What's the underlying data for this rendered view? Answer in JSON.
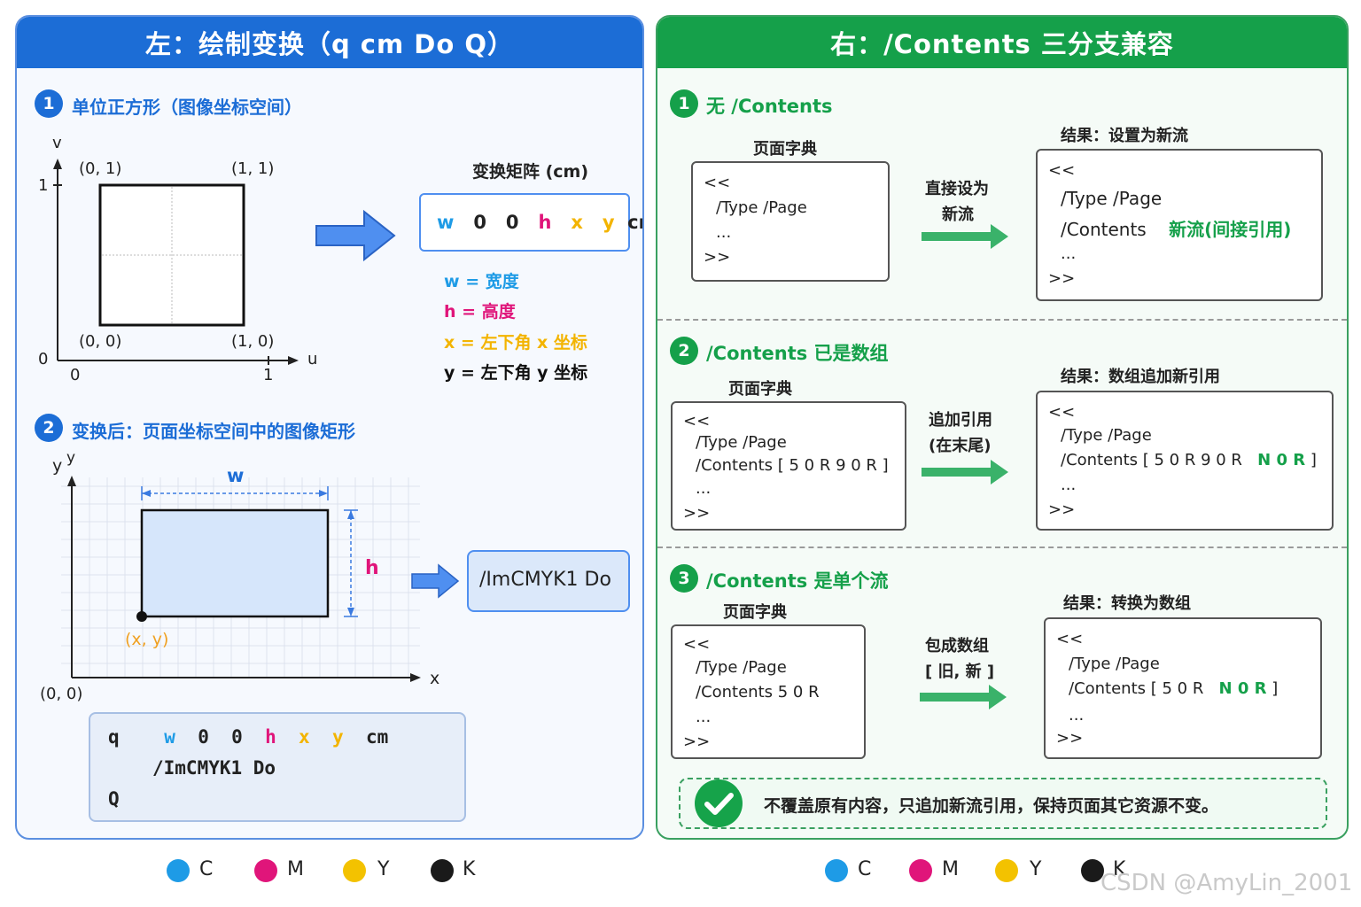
{
  "left": {
    "title": "左：绘制变换（q cm Do Q）",
    "sec1": {
      "num": "1",
      "title": "单位正方形（图像坐标空间）"
    },
    "unit_square": {
      "axis_v": "v",
      "axis_u": "u",
      "tick_v1": "1",
      "tick_v0": "0",
      "tick_u0": "0",
      "tick_u1": "1",
      "c01": "(0, 1)",
      "c11": "(1, 1)",
      "c00": "(0, 0)",
      "c10": "(1, 0)"
    },
    "matrix": {
      "title": "变换矩阵 (cm)",
      "w": "w",
      "z1": "0",
      "z2": "0",
      "h": "h",
      "x": "x",
      "y": "y",
      "op": "cm"
    },
    "defs": [
      {
        "key": "w",
        "eq": "=",
        "desc": "宽度"
      },
      {
        "key": "h",
        "eq": "=",
        "desc": "高度"
      },
      {
        "key": "x",
        "eq": "=",
        "desc": "左下角 x 坐标"
      },
      {
        "key": "y",
        "eq": "=",
        "desc": "左下角 y 坐标"
      }
    ],
    "sec2": {
      "num": "2",
      "title": "变换后：页面坐标空间中的图像矩形"
    },
    "page_space": {
      "axis_y": "y",
      "axis_y2": "y",
      "axis_x": "x",
      "origin": "(0, 0)",
      "w_label": "w",
      "h_label": "h",
      "xy_label": "(x, y)"
    },
    "do_box": "/ImCMYK1 Do",
    "code": {
      "q": "q",
      "w": "w",
      "z1": "0",
      "z2": "0",
      "h": "h",
      "x": "x",
      "y": "y",
      "cm": "cm",
      "do": "/ImCMYK1  Do",
      "Q": "Q"
    }
  },
  "right": {
    "title": "右：/Contents 三分支兼容",
    "sec1": {
      "num": "1",
      "title": "无 /Contents",
      "dict_title": "页面字典",
      "dict": [
        "<<",
        "/Type  /Page",
        "...",
        ">>"
      ],
      "arrow_label1": "直接设为",
      "arrow_label2": "新流",
      "result_title": "结果：设置为新流",
      "result": [
        "<<",
        "/Type  /Page",
        "/Contents",
        "新流(间接引用)",
        "...",
        ">>"
      ]
    },
    "sec2": {
      "num": "2",
      "title": "/Contents 已是数组",
      "dict_title": "页面字典",
      "dict": [
        "<<",
        "/Type  /Page",
        "/Contents  [ 5 0 R   9 0 R ]",
        "...",
        ">>"
      ],
      "arrow_label1": "追加引用",
      "arrow_label2": "(在末尾)",
      "result_title": "结果：数组追加新引用",
      "result": [
        "<<",
        "/Type  /Page",
        "/Contents  [ 5 0 R   9 0 R",
        "N 0 R",
        "]",
        "...",
        ">>"
      ]
    },
    "sec3": {
      "num": "3",
      "title": "/Contents 是单个流",
      "dict_title": "页面字典",
      "dict": [
        "<<",
        "/Type  /Page",
        "/Contents   5 0 R",
        "...",
        ">>"
      ],
      "arrow_label1": "包成数组",
      "arrow_label2": "[ 旧, 新 ]",
      "result_title": "结果：转换为数组",
      "result": [
        "<<",
        "/Type  /Page",
        "/Contents  [ 5 0 R",
        "N 0 R",
        "]",
        "...",
        ">>"
      ]
    },
    "note": "不覆盖原有内容，只追加新流引用，保持页面其它资源不变。"
  },
  "legend": [
    {
      "label": "C",
      "color": "#1e9be6"
    },
    {
      "label": "M",
      "color": "#e0157a"
    },
    {
      "label": "Y",
      "color": "#f3c200"
    },
    {
      "label": "K",
      "color": "#1a1a1a"
    }
  ],
  "watermark": "CSDN @AmyLin_2001",
  "colors": {
    "blue": "#1c6dd6",
    "green": "#15a04a",
    "cyan": "#1e9be6",
    "magenta": "#e0157a",
    "yellow": "#f3b400"
  }
}
